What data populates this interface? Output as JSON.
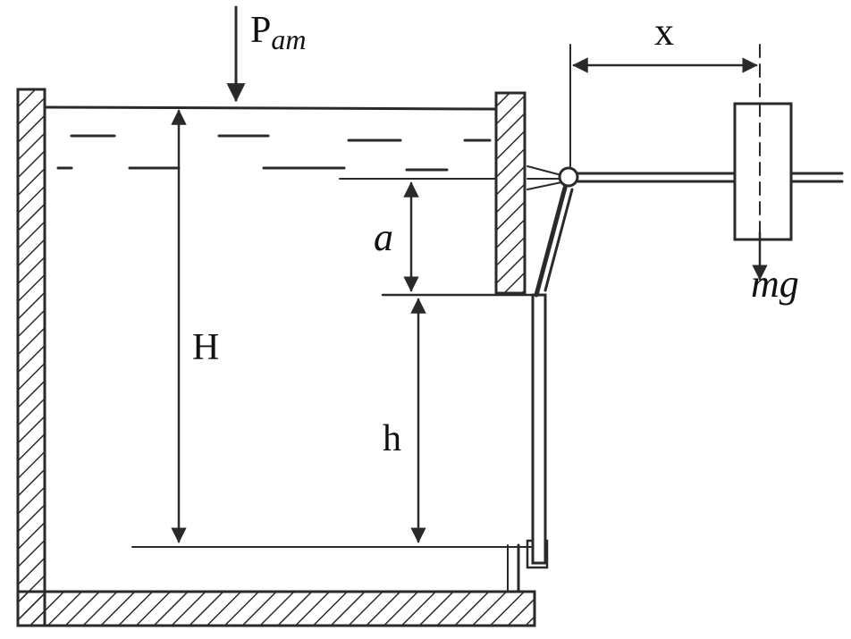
{
  "labels": {
    "pressure_main": "P",
    "pressure_sub": "am",
    "horizontal_distance": "x",
    "weight_force": "mg",
    "gap_height": "a",
    "total_depth": "H",
    "gate_height": "h"
  },
  "colors": {
    "ink": "#2a2a2a",
    "background": "#ffffff"
  }
}
